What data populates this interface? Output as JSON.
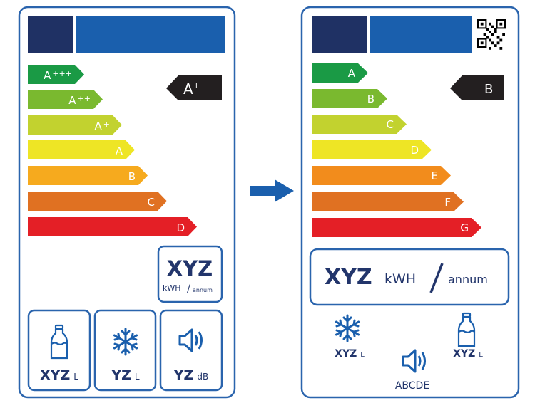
{
  "old_label": {
    "classes": [
      {
        "letter": "A",
        "sup": "+++",
        "color": "#1a9a45"
      },
      {
        "letter": "A",
        "sup": "++",
        "color": "#7ab92f"
      },
      {
        "letter": "A",
        "sup": "+",
        "color": "#c2d22f"
      },
      {
        "letter": "A",
        "sup": "",
        "color": "#eee525"
      },
      {
        "letter": "B",
        "sup": "",
        "color": "#f6aa1e"
      },
      {
        "letter": "C",
        "sup": "",
        "color": "#e07122"
      },
      {
        "letter": "D",
        "sup": "",
        "color": "#e41f26"
      }
    ],
    "rating": {
      "letter": "A",
      "sup": "++"
    },
    "consumption": {
      "value": "XYZ",
      "unit": "kWH",
      "per": "annum"
    },
    "icons": [
      {
        "icon": "milk-bottle-icon",
        "value": "XYZ",
        "unit": "L"
      },
      {
        "icon": "snowflake-icon",
        "value": "YZ",
        "unit": "L"
      },
      {
        "icon": "speaker-icon",
        "value": "YZ",
        "unit": "dB"
      }
    ]
  },
  "new_label": {
    "classes": [
      {
        "letter": "A",
        "color": "#1a9a45"
      },
      {
        "letter": "B",
        "color": "#7ab92f"
      },
      {
        "letter": "C",
        "color": "#c2d22f"
      },
      {
        "letter": "D",
        "color": "#eee525"
      },
      {
        "letter": "E",
        "color": "#f28c1c"
      },
      {
        "letter": "F",
        "color": "#e07122"
      },
      {
        "letter": "G",
        "color": "#e41f26"
      }
    ],
    "rating": {
      "letter": "B"
    },
    "consumption": {
      "value": "XYZ",
      "unit": "kWH",
      "per": "annum"
    },
    "icons": [
      {
        "icon": "snowflake-icon",
        "value": "XYZ",
        "unit": "L"
      },
      {
        "icon": "speaker-icon",
        "value": "ABCDE"
      },
      {
        "icon": "milk-bottle-icon",
        "value": "XYZ",
        "unit": "L"
      }
    ]
  },
  "colors": {
    "border": "#2a64ad",
    "navy": "#1f3164",
    "blue": "#1a5fad",
    "rating": "#231f20",
    "arrow": "#1a5fad"
  }
}
